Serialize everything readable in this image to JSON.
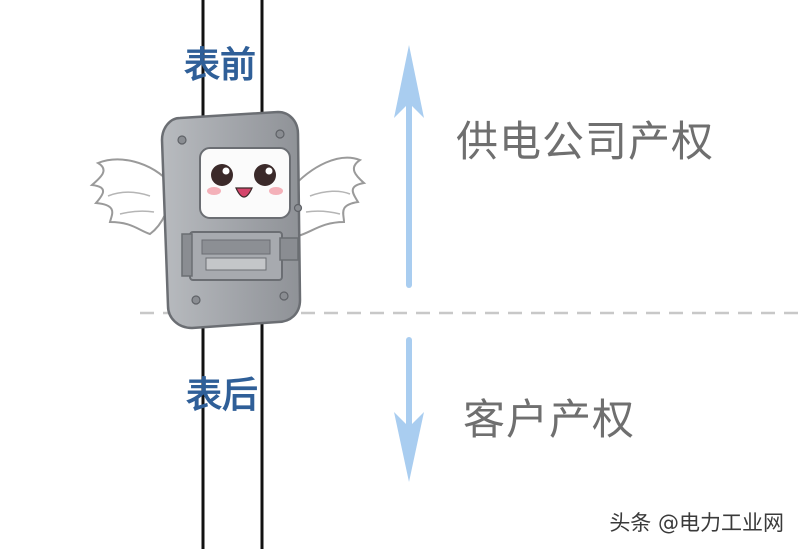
{
  "labels": {
    "meter_front": "表前",
    "meter_back": "表后",
    "supply_company_ownership": "供电公司产权",
    "customer_ownership": "客户产权"
  },
  "watermark": "头条 @电力工业网",
  "colors": {
    "label_blue": "#2f5f98",
    "arrow_blue": "#a9cdf0",
    "text_gray": "#6f6f6f",
    "dashed_line": "#c8c8c8",
    "meter_body": "#9b9ea3"
  }
}
